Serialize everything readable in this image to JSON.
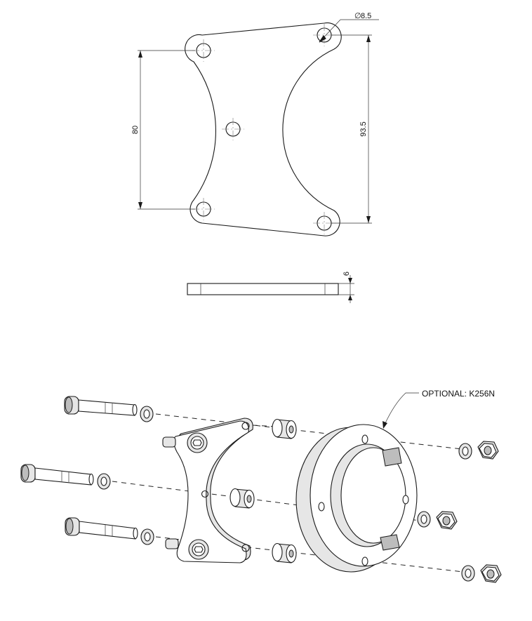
{
  "dimensions": {
    "hole_diameter": "8.5",
    "diameter_symbol": "∅",
    "height_left": "80",
    "height_right": "93.5",
    "thickness": "6"
  },
  "callout": {
    "optional_label": "OPTIONAL:  K256N"
  }
}
